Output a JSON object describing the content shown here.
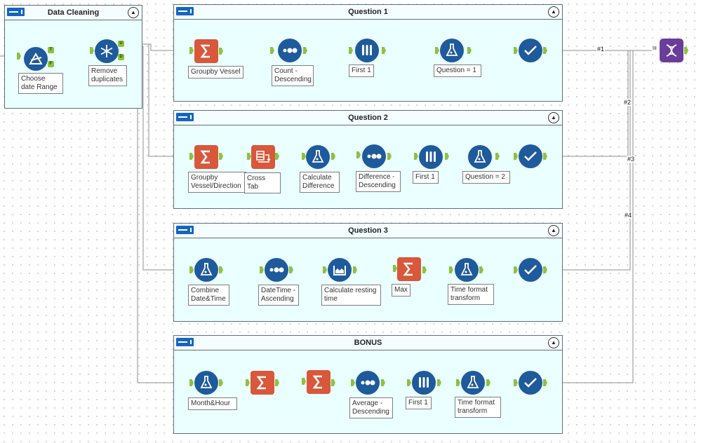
{
  "colors": {
    "container_bg": "#eaffff",
    "tool_blue": "#1e5a9c",
    "summarize_orange": "#d9573b",
    "output_purple": "#6a3d9a",
    "anchor_green": "#8fc13f"
  },
  "containers": {
    "data_cleaning": "Data Cleaning",
    "q1": "Question 1",
    "q2": "Question 2",
    "q3": "Question 3",
    "bonus": "BONUS"
  },
  "collapse_glyph": "▲",
  "anchors": {
    "true": "T",
    "false": "F",
    "unique": "U",
    "duplicate": "D"
  },
  "tools": {
    "dc_filter": "Choose date Range",
    "dc_unique": "Remove duplicates",
    "q1_summarize": "Groupby Vessel",
    "q1_sort": "Count - Descending",
    "q1_sample": "First 1",
    "q1_formula": "Question = 1",
    "q2_summarize": "Groupby Vessel/Direction",
    "q2_crosstab": "Cross Tab",
    "q2_formula_diff": "Calculate Difference",
    "q2_sort": "Difference - Descending",
    "q2_sample": "First 1",
    "q2_formula": "Question = 2",
    "q3_formula_combine": "Combine Date&Time",
    "q3_sort": "DateTime - Ascending",
    "q3_multirow": "Calculate resting time",
    "q3_summarize": "Max",
    "q3_formula_time": "Time format transform",
    "b_formula": "Month&Hour",
    "b_sort": "Average - Descending",
    "b_sample": "First 1",
    "b_formula_time": "Time format transform"
  },
  "connections": {
    "c1": "#1",
    "c2": "#2",
    "c3": "#3",
    "c4": "#4"
  },
  "union_anchor": "III"
}
